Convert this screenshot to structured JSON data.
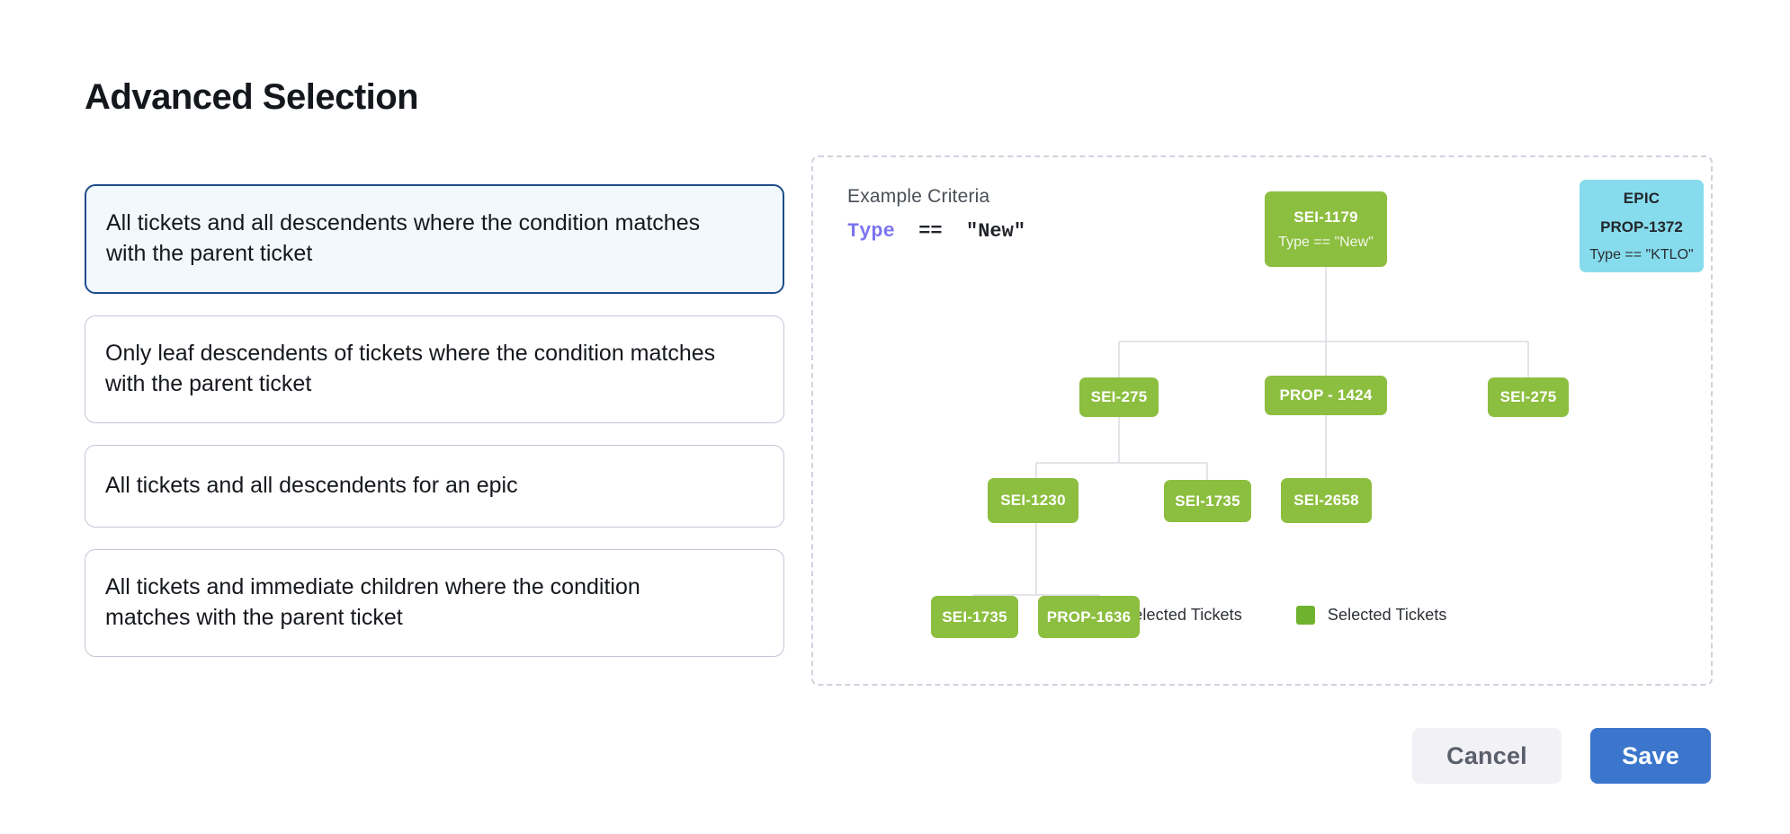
{
  "page": {
    "title": "Advanced Selection"
  },
  "options": [
    {
      "id": "all-descendents-condition",
      "label": "All tickets and all descendents where the condition matches with the parent ticket",
      "selected": true
    },
    {
      "id": "leaf-descendents-condition",
      "label": "Only leaf descendents of tickets where the condition matches with the parent ticket",
      "selected": false
    },
    {
      "id": "all-descendents-epic",
      "label": "All tickets and all descendents for an epic",
      "selected": false
    },
    {
      "id": "immediate-children-condition",
      "label": "All tickets and immediate children where the condition matches with the parent ticket",
      "selected": false
    }
  ],
  "diagram": {
    "criteria_label": "Example Criteria",
    "criteria": {
      "field": "Type",
      "operator": "==",
      "value": "\"New\""
    },
    "nodes": {
      "sei_1179": {
        "line1": "SEI-1179",
        "line2": "Type == \"New\""
      },
      "epic": {
        "line1": "EPIC",
        "line2": "PROP-1372",
        "line3": "Type == \"KTLO\""
      },
      "sei_275_left": {
        "line1": "SEI-275"
      },
      "prop_1424": {
        "line1": "PROP - 1424"
      },
      "sei_275_right": {
        "line1": "SEI-275"
      },
      "sei_1230": {
        "line1": "SEI-1230"
      },
      "sei_1735_mid": {
        "line1": "SEI-1735"
      },
      "sei_2658": {
        "line1": "SEI-2658"
      },
      "sei_1735_bottom": {
        "line1": "SEI-1735"
      },
      "prop_1636": {
        "line1": "PROP-1636"
      }
    },
    "legend": [
      {
        "id": "unselected",
        "label": "Unselected Tickets",
        "color": "#fbddc5"
      },
      {
        "id": "selected",
        "label": "Selected Tickets",
        "color": "#6fb22e"
      }
    ]
  },
  "footer": {
    "cancel_label": "Cancel",
    "save_label": "Save"
  },
  "colors": {
    "selected_node": "#8cbe3f",
    "epic_node": "#86dced",
    "selected_card_border": "#1e4d8c",
    "selected_card_bg": "#f2f9fc",
    "primary_button": "#3b76cc",
    "criteria_field": "#7b74f0",
    "connector_line": "#dcdce2"
  }
}
